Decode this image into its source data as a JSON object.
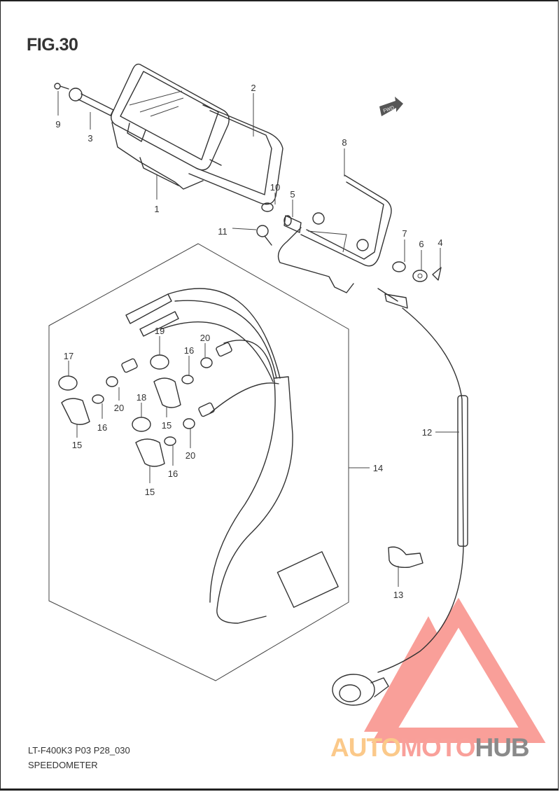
{
  "figure": {
    "title": "FIG.30"
  },
  "footer": {
    "model_code": "LT-F400K3 P03 P28_030",
    "section": "SPEEDOMETER"
  },
  "fwd_label": "FWD",
  "callouts": [
    "9",
    "3",
    "2",
    "1",
    "8",
    "10",
    "5",
    "11",
    "7",
    "6",
    "4",
    "17",
    "19",
    "16",
    "20",
    "20",
    "16",
    "15",
    "18",
    "15",
    "16",
    "20",
    "15",
    "14",
    "12",
    "13"
  ],
  "watermark": {
    "part1": "AUTO",
    "part2": "MOTO",
    "part3": "HUB",
    "colors": {
      "auto": "#fbc98a",
      "moto": "#f9a09a",
      "hub": "#8a8a8a",
      "triangle": "#f77f77"
    }
  }
}
